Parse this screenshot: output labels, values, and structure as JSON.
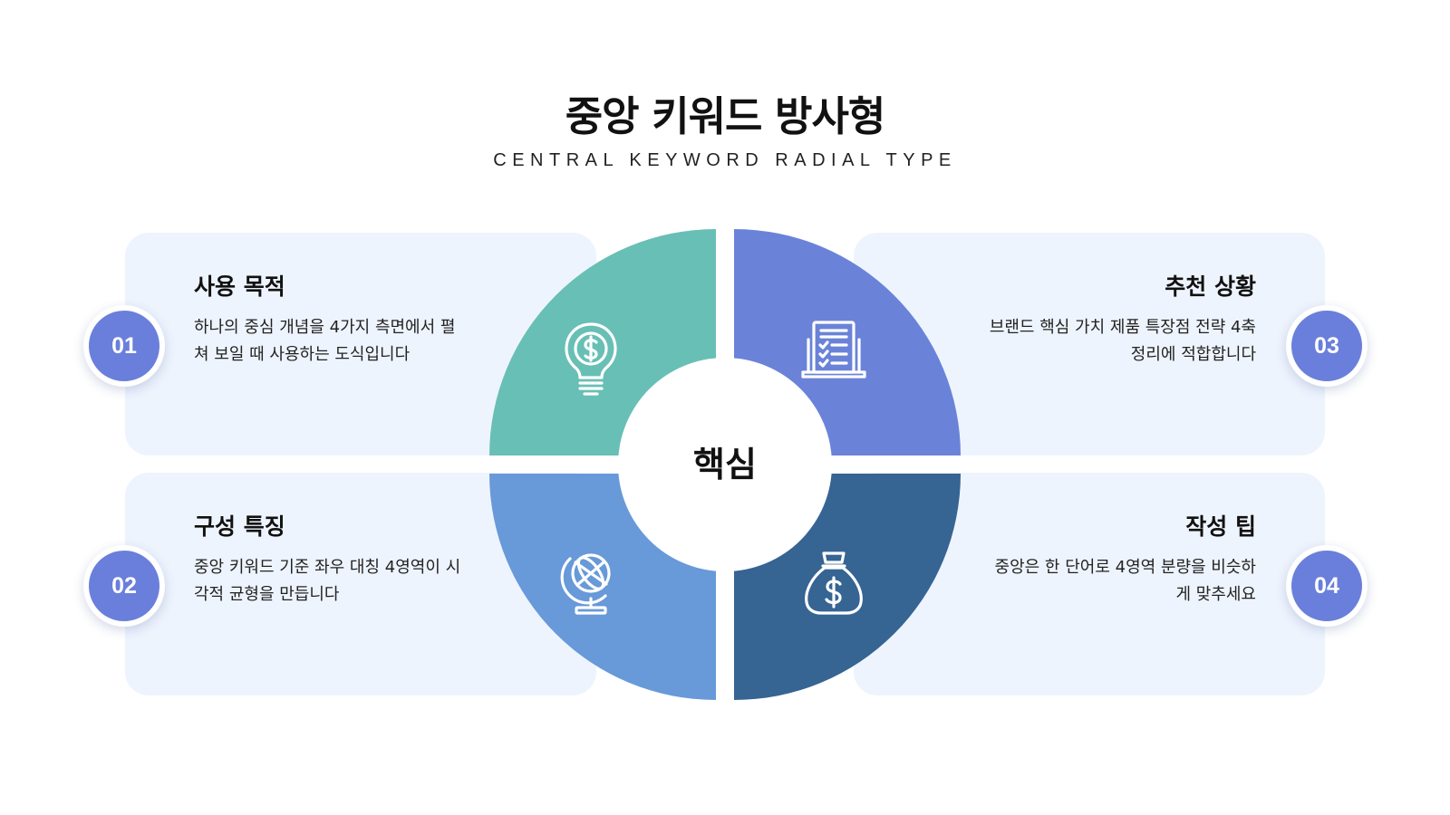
{
  "header": {
    "title": "중앙 키워드 방사형",
    "subtitle": "CENTRAL KEYWORD RADIAL TYPE"
  },
  "center": {
    "label": "핵심"
  },
  "cards": [
    {
      "number": "01",
      "title": "사용 목적",
      "description": "하나의 중심 개념을 4가지 측면에서 펼쳐 보일 때 사용하는 도식입니다",
      "icon": "lightbulb-dollar-icon",
      "color": "#68bfb5"
    },
    {
      "number": "02",
      "title": "구성 특징",
      "description": "중앙 키워드 기준 좌우 대칭 4영역이 시각적 균형을 만듭니다",
      "icon": "globe-icon",
      "color": "#6899d9"
    },
    {
      "number": "03",
      "title": "추천 상황",
      "description": "브랜드 핵심 가치 제품 특장점 전략 4축 정리에 적합합니다",
      "icon": "checklist-laptop-icon",
      "color": "#6a83d9"
    },
    {
      "number": "04",
      "title": "작성 팁",
      "description": "중앙은 한 단어로 4영역 분량을 비슷하게 맞추세요",
      "icon": "money-bag-icon",
      "color": "#366493"
    }
  ],
  "colors": {
    "card_background": "#eef4fd",
    "number_badge": "#6a7fdb"
  }
}
